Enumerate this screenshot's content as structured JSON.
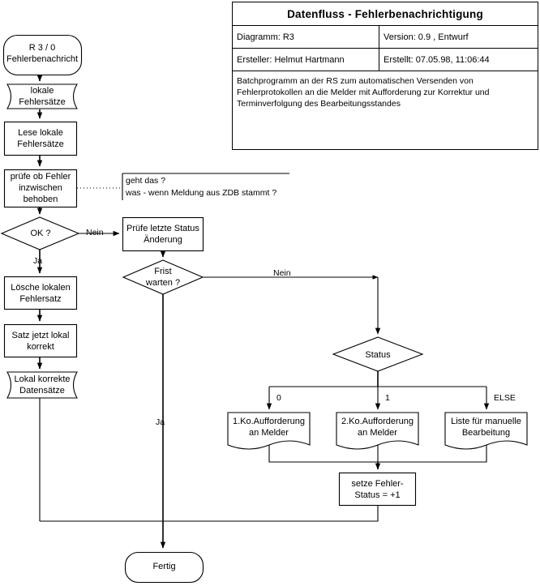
{
  "titleblock": {
    "title": "Datenfluss - Fehlerbenachrichtigung",
    "diagram_label": "Diagramm: R3",
    "version_label": "Version: 0.9 , Entwurf",
    "author_label": "Ersteller: Helmut Hartmann",
    "created_label": "Erstellt:  07.05.98, 11:06:44",
    "description": "Batchprogramm an der RS zum automatischen Versenden von\nFehlerprotokollen an die Melder mit Aufforderung zur Korrektur und\nTerminverfolgung des Bearbeitungsstandes"
  },
  "nodes": {
    "start": "R 3 / 0\nFehlerbenachricht",
    "local_errors_store": "lokale\nFehlersätze",
    "read_local_errors": "Lese lokale\nFehlersätze",
    "check_fixed": "prüfe ob Fehler\ninzwischen\nbehoben",
    "ok_decision": "OK ?",
    "delete_local": "Lösche lokalen\nFehlersatz",
    "record_correct": "Satz jetzt lokal\nkorrekt",
    "correct_data_store": "Lokal korrekte\nDatensätze",
    "check_last_status": "Prüfe letzte Status\nÄnderung",
    "deadline_decision": "Frist\nwarten ?",
    "status_decision": "Status",
    "first_request": "1.Ko.Aufforderung\nan Melder",
    "second_request": "2.Ko.Aufforderung\nan Melder",
    "manual_list": "Liste für manuelle\nBearbeitung",
    "set_error_status": "setze Fehler-\nStatus = +1",
    "end": "Fertig"
  },
  "edge_labels": {
    "ok_no": "Nein",
    "ok_yes": "Ja",
    "deadline_no": "Nein",
    "deadline_yes": "Ja",
    "status_0": "0",
    "status_1": "1",
    "status_else": "ELSE"
  },
  "annotation": {
    "note": "geht das  ?\nwas - wenn Meldung aus ZDB stammt ?"
  },
  "colors": {
    "stroke": "#000000",
    "fill": "#ffffff",
    "background": "#ffffff"
  }
}
